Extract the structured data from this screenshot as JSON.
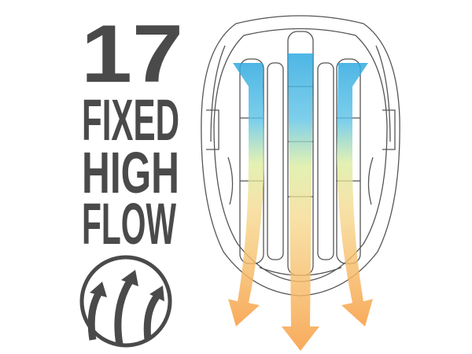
{
  "headline": {
    "count": "17",
    "line1": "FIXED",
    "line2": "HIGH",
    "line3": "FLOW"
  },
  "icons": {
    "airflow_badge": "airflow-arrows-icon",
    "helmet": "helmet-illustration"
  },
  "colors": {
    "text": "#4a4a4a",
    "flow_cool": "#3aaee0",
    "flow_mid": "#e6ea9a",
    "flow_warm": "#f7a14a"
  }
}
